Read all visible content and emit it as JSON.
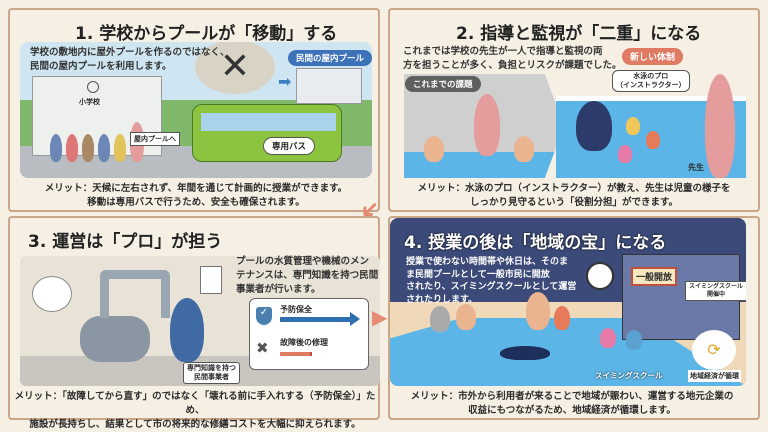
{
  "panels": [
    {
      "title": "1. 学校からプールが「移動」する",
      "description": [
        "学校の敷地内に屋外プールを作るのではなく、",
        "民間の屋内プールを利用します。"
      ],
      "labels": {
        "badge": "民間の屋内プール",
        "school": "小学校",
        "sign": "屋内プールへ",
        "bus": "専用バス"
      },
      "merit": [
        "メリット：天候に左右されず、年間を通じて計画的に授業ができます。",
        "移動は専用バスで行うため、安全も確保されます。"
      ]
    },
    {
      "title": "2. 指導と監視が「二重」になる",
      "description": [
        "これまでは学校の先生が一人で指導と監視の両",
        "方を担うことが多く、負担とリスクが課題でした。"
      ],
      "labels": {
        "badge_new": "新しい体制",
        "badge_old": "これまでの課題",
        "instructor": [
          "水泳のプロ",
          "（インストラクター）"
        ],
        "teacher": "先生"
      },
      "merit": [
        "メリット：水泳のプロ（インストラクター）が教え、先生は児童の様子を",
        "しっかり見守るという「役割分担」ができます。"
      ]
    },
    {
      "title": "3. 運営は「プロ」が担う",
      "description": [
        "プールの水質管理や機械のメン",
        "テナンスは、専門知識を持つ民間",
        "事業者が行います。"
      ],
      "labels": {
        "preventive": "予防保全",
        "repair": "故障後の修理",
        "worker": [
          "専門知識を持つ",
          "民間事業者"
        ]
      },
      "merit": [
        "メリット：「故障してから直す」のではなく「壊れる前に手入れする（予防保全）」ため、",
        "施設が長持ちし、結果として市の将来的な修繕コストを大幅に抑えられます。"
      ]
    },
    {
      "title": "4. 授業の後は「地域の宝」になる",
      "description": [
        "授業で使わない時間帯や休日は、そのま",
        "ま民間プールとして一般市民に開放",
        "されたり、スイミングスクールとして運営",
        "されたりします。"
      ],
      "labels": {
        "open": "一般開放",
        "school_sign": [
          "スイミングスクール",
          "開催中"
        ],
        "swim": "スイミングスクール",
        "economy": "地域経済が循環"
      },
      "merit": [
        "メリット：市外から利用者が来ることで地域が賑わい、運営する地元企業の",
        "収益にもつながるため、地域経済が循環します。"
      ]
    }
  ],
  "colors": {
    "accent": "#e07a63",
    "navy": "#3b4a78",
    "sky": "#cfe6f2",
    "pool": "#5bb5e6",
    "bus": "#8cc43f",
    "blue_arrow": "#2f6fb0"
  }
}
